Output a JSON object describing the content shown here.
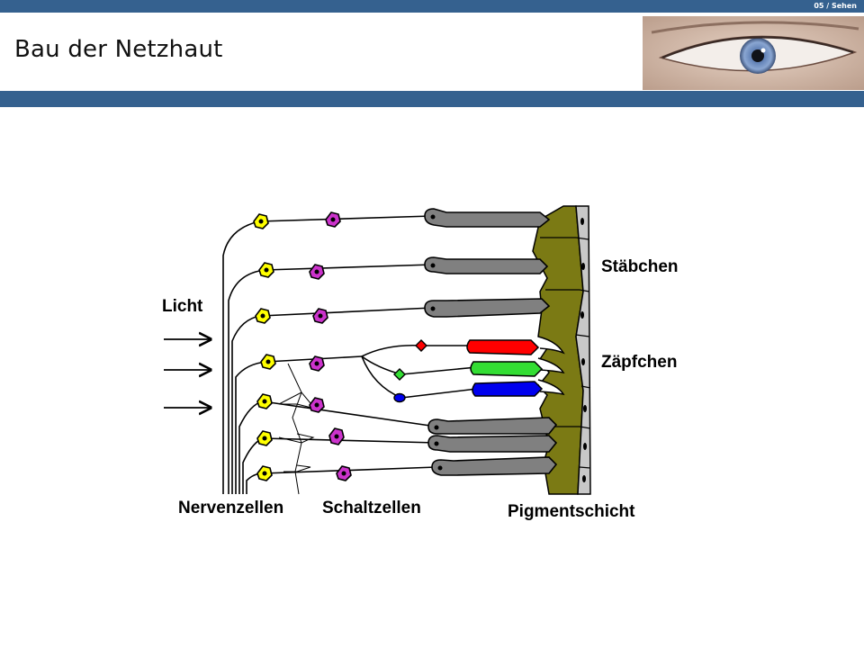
{
  "header": {
    "section_label": "05 / Sehen",
    "title": "Bau der Netzhaut"
  },
  "diagram": {
    "labels": {
      "light": "Licht",
      "rods": "Stäbchen",
      "cones": "Zäpfchen",
      "nerve_cells": "Nervenzellen",
      "interneurons": "Schaltzellen",
      "pigment_layer": "Pigmentschicht"
    },
    "colors": {
      "rod": "#808080",
      "cone_red": "#ff0000",
      "cone_green": "#33dd33",
      "cone_blue": "#0000ee",
      "pigment": "#7b7a14",
      "ganglion": "#ffff00",
      "interneuron": "#cc33cc",
      "header": "#35618f"
    }
  }
}
